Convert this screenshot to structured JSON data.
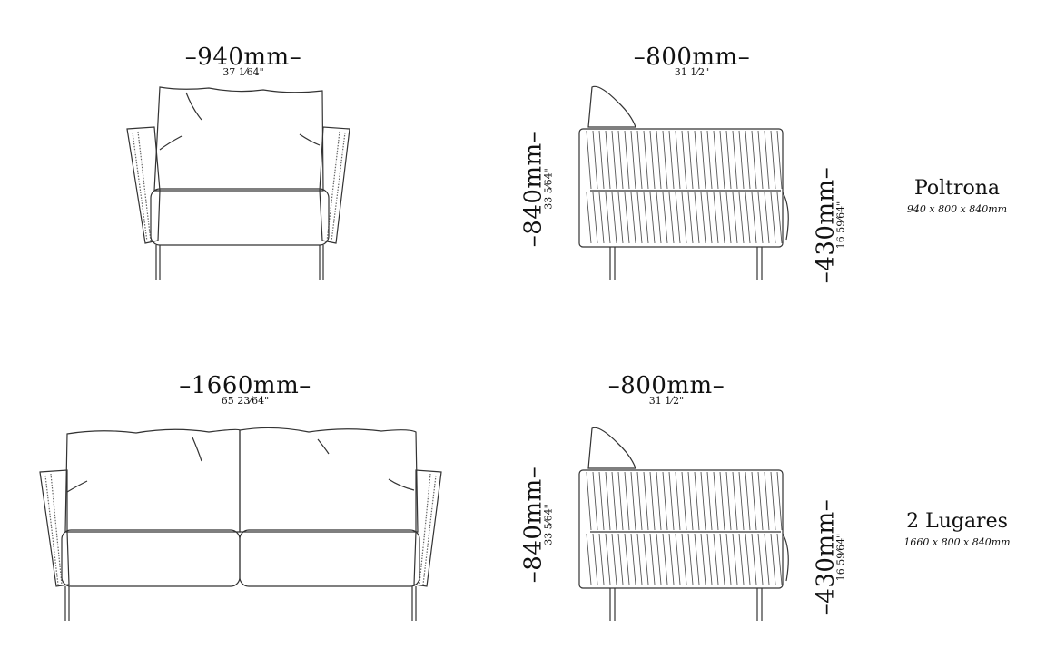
{
  "products": [
    {
      "name": "Poltrona",
      "size": "940 x 800 x 840mm",
      "front": {
        "width_mm": "940mm",
        "width_in": "37 1⁄64\""
      },
      "side": {
        "depth_mm": "800mm",
        "depth_in": "31 1⁄2\"",
        "height_mm": "840mm",
        "height_in": "33 5⁄64\"",
        "seat_mm": "430mm",
        "seat_in": "16 59⁄64\""
      }
    },
    {
      "name": "2 Lugares",
      "size": "1660 x 800 x 840mm",
      "front": {
        "width_mm": "1660mm",
        "width_in": "65 23⁄64\""
      },
      "side": {
        "depth_mm": "800mm",
        "depth_in": "31 1⁄2\"",
        "height_mm": "840mm",
        "height_in": "33 5⁄64\"",
        "seat_mm": "430mm",
        "seat_in": "16 59⁄64\""
      }
    }
  ],
  "colors": {
    "line": "#333333",
    "rope": "#555555"
  }
}
